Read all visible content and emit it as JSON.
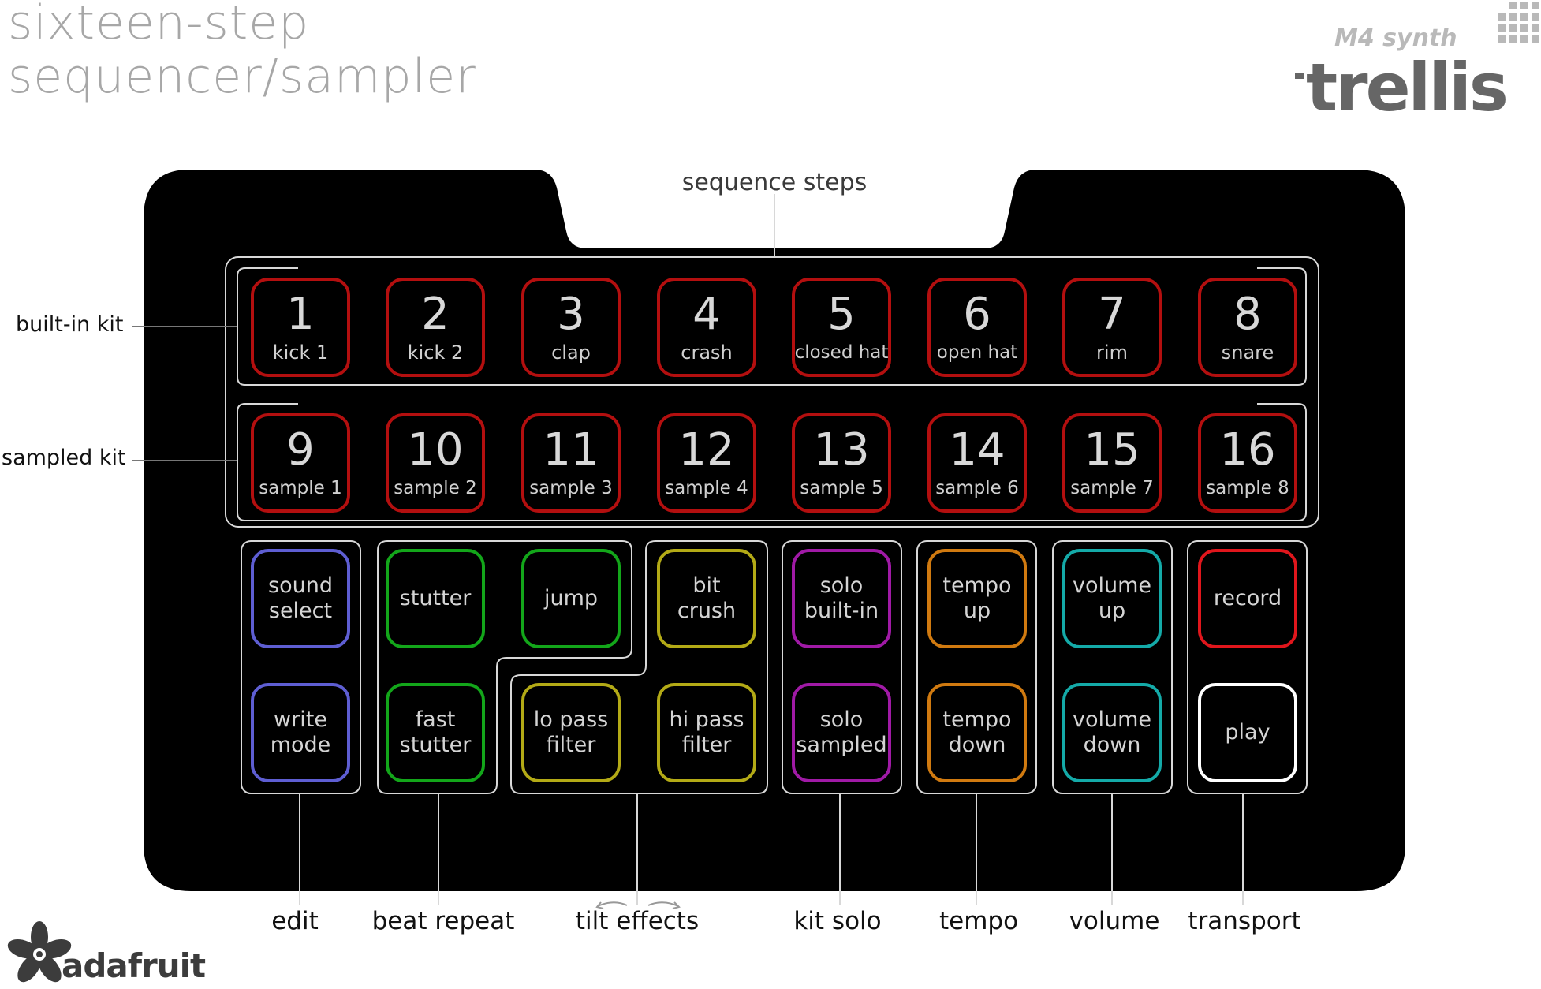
{
  "title": {
    "line1": "sixteen-step",
    "line2": "sequencer/sampler"
  },
  "logo": {
    "subtitle": "M4 synth",
    "name": "trellis"
  },
  "labels": {
    "sequence_steps": "sequence steps",
    "built_in_kit": "built-in kit",
    "sampled_kit": "sampled kit"
  },
  "steps_row1": [
    {
      "num": "1",
      "label": "kick 1"
    },
    {
      "num": "2",
      "label": "kick 2"
    },
    {
      "num": "3",
      "label": "clap"
    },
    {
      "num": "4",
      "label": "crash"
    },
    {
      "num": "5",
      "label": "closed hat"
    },
    {
      "num": "6",
      "label": "open hat"
    },
    {
      "num": "7",
      "label": "rim"
    },
    {
      "num": "8",
      "label": "snare"
    }
  ],
  "steps_row2": [
    {
      "num": "9",
      "label": "sample 1"
    },
    {
      "num": "10",
      "label": "sample 2"
    },
    {
      "num": "11",
      "label": "sample 3"
    },
    {
      "num": "12",
      "label": "sample 4"
    },
    {
      "num": "13",
      "label": "sample 5"
    },
    {
      "num": "14",
      "label": "sample 6"
    },
    {
      "num": "15",
      "label": "sample 7"
    },
    {
      "num": "16",
      "label": "sample 8"
    }
  ],
  "function_row1": [
    {
      "label": "sound\nselect",
      "color": "#5e5ed2"
    },
    {
      "label": "stutter",
      "color": "#13a61a"
    },
    {
      "label": "jump",
      "color": "#13a61a"
    },
    {
      "label": "bit\ncrush",
      "color": "#b3aa16"
    },
    {
      "label": "solo\nbuilt-in",
      "color": "#a01aa6"
    },
    {
      "label": "tempo\nup",
      "color": "#d07a10"
    },
    {
      "label": "volume\nup",
      "color": "#14aaa8"
    },
    {
      "label": "record",
      "color": "#e0161c"
    }
  ],
  "function_row2": [
    {
      "label": "write\nmode",
      "color": "#5e5ed2"
    },
    {
      "label": "fast\nstutter",
      "color": "#13a61a"
    },
    {
      "label": "lo pass\nfilter",
      "color": "#b3aa16"
    },
    {
      "label": "hi pass\nfilter",
      "color": "#b3aa16"
    },
    {
      "label": "solo\nsampled",
      "color": "#a01aa6"
    },
    {
      "label": "tempo\ndown",
      "color": "#d07a10"
    },
    {
      "label": "volume\ndown",
      "color": "#14aaa8"
    },
    {
      "label": "play",
      "color": "#ffffff"
    }
  ],
  "groups": [
    {
      "label": "edit"
    },
    {
      "label": "beat repeat"
    },
    {
      "label": "tilt effects"
    },
    {
      "label": "kit solo"
    },
    {
      "label": "tempo"
    },
    {
      "label": "volume"
    },
    {
      "label": "transport"
    }
  ],
  "brand": {
    "name": "adafruit"
  },
  "colors": {
    "step_border": "#b30f0f",
    "device_body": "#000000",
    "title_gray": "#a7a7a7"
  }
}
